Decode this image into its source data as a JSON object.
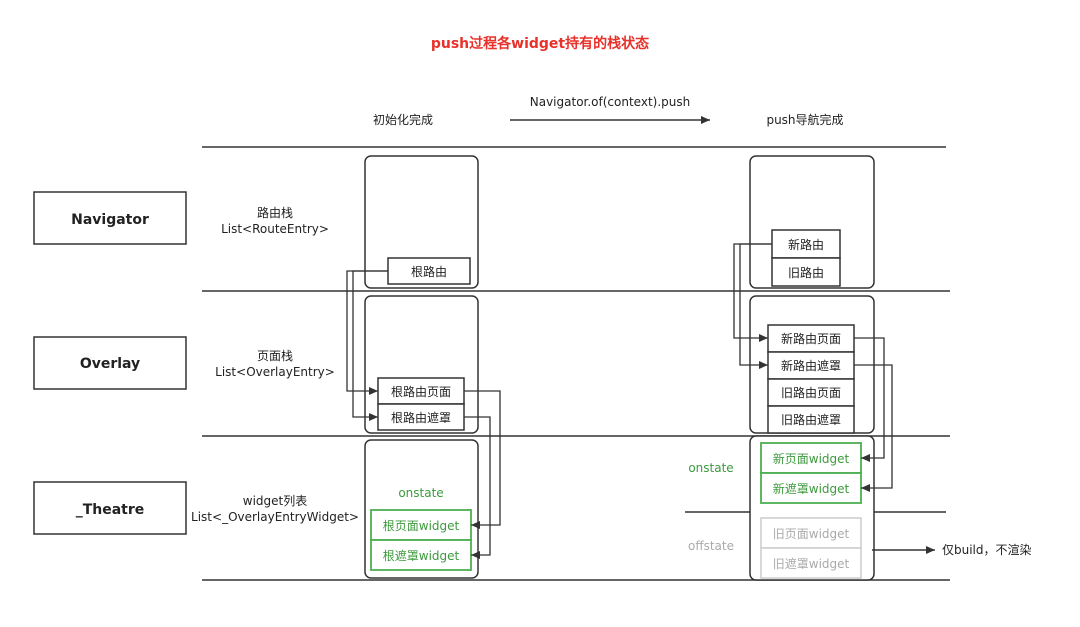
{
  "title": "push过程各widget持有的栈状态",
  "header": {
    "before": "初始化完成",
    "action": "Navigator.of(context).push",
    "after": "push导航完成"
  },
  "layers": [
    {
      "name": "Navigator",
      "desc_line1": "路由栈",
      "desc_line2": "List<RouteEntry>"
    },
    {
      "name": "Overlay",
      "desc_line1": "页面栈",
      "desc_line2": "List<OverlayEntry>"
    },
    {
      "name": "_Theatre",
      "desc_line1": "widget列表",
      "desc_line2": "List<_OverlayEntryWidget>"
    }
  ],
  "before_state": {
    "routes": [
      "根路由"
    ],
    "overlay_entries": [
      "根路由页面",
      "根路由遮罩"
    ],
    "onstate_label": "onstate",
    "onstate_widgets": [
      "根页面widget",
      "根遮罩widget"
    ]
  },
  "after_state": {
    "routes": [
      "新路由",
      "旧路由"
    ],
    "overlay_entries": [
      "新路由页面",
      "新路由遮罩",
      "旧路由页面",
      "旧路由遮罩"
    ],
    "onstate_label": "onstate",
    "onstate_widgets": [
      "新页面widget",
      "新遮罩widget"
    ],
    "offstate_label": "offstate",
    "offstate_widgets": [
      "旧页面widget",
      "旧遮罩widget"
    ],
    "offstate_note": "仅build，不渲染"
  },
  "colors": {
    "title": "#e8312a",
    "line": "#333333",
    "green": "#4caf50",
    "green_text": "#3d9a3d",
    "gray_border": "#cccccc",
    "gray_text": "#aaaaaa"
  }
}
